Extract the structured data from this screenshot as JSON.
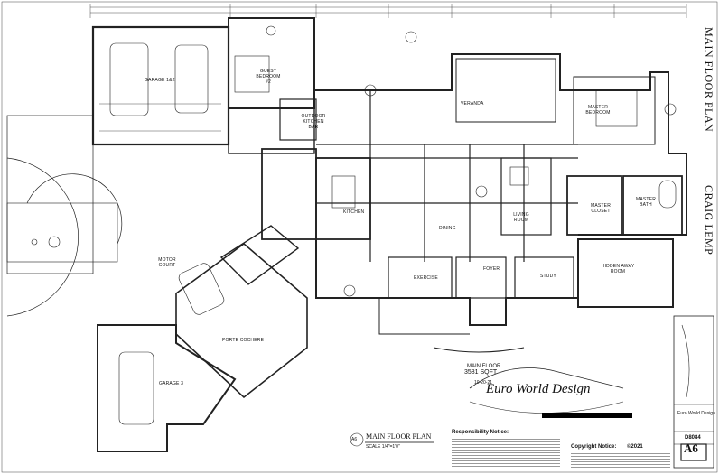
{
  "sheet": {
    "side_titles": [
      "MAIN FLOOR PLAN",
      "CRAIG LEMP"
    ],
    "plan_title": "MAIN FLOOR PLAN",
    "scale": "SCALE 1/4\"=1'0\"",
    "area_title": "MAIN FLOOR",
    "sqft": "3581 SQFT",
    "date": "10-20-21",
    "sheet_id_bubble": "A6",
    "sheet_number": "A6",
    "plan_number": "D8084",
    "firm_name": "Euro World Design",
    "responsibility_title": "Responsibility Notice:",
    "copyright_title": "Copyright Notice:",
    "copyright_year": "©2021"
  },
  "rooms": [
    {
      "id": "garage-1-2",
      "label": "GARAGE 1&2"
    },
    {
      "id": "guest-bedroom",
      "label": "GUEST BEDROOM #2"
    },
    {
      "id": "outdoor-kitchen",
      "label": "OUTDOOR KITCHEN BAR"
    },
    {
      "id": "veranda",
      "label": "VERANDA"
    },
    {
      "id": "master-bedroom",
      "label": "MASTER BEDROOM"
    },
    {
      "id": "kitchen",
      "label": "KITCHEN"
    },
    {
      "id": "living-room",
      "label": "LIVING ROOM"
    },
    {
      "id": "master-closet",
      "label": "MASTER CLOSET"
    },
    {
      "id": "master-bath",
      "label": "MASTER BATH"
    },
    {
      "id": "motor-court",
      "label": "MOTOR COURT"
    },
    {
      "id": "exercise",
      "label": "EXERCISE"
    },
    {
      "id": "dining",
      "label": "DINING"
    },
    {
      "id": "foyer",
      "label": "FOYER"
    },
    {
      "id": "study",
      "label": "STUDY"
    },
    {
      "id": "hidden-away-room",
      "label": "HIDDEN AWAY ROOM"
    },
    {
      "id": "porte-cochere",
      "label": "PORTE COCHERE"
    },
    {
      "id": "garage-3",
      "label": "GARAGE 3"
    }
  ]
}
